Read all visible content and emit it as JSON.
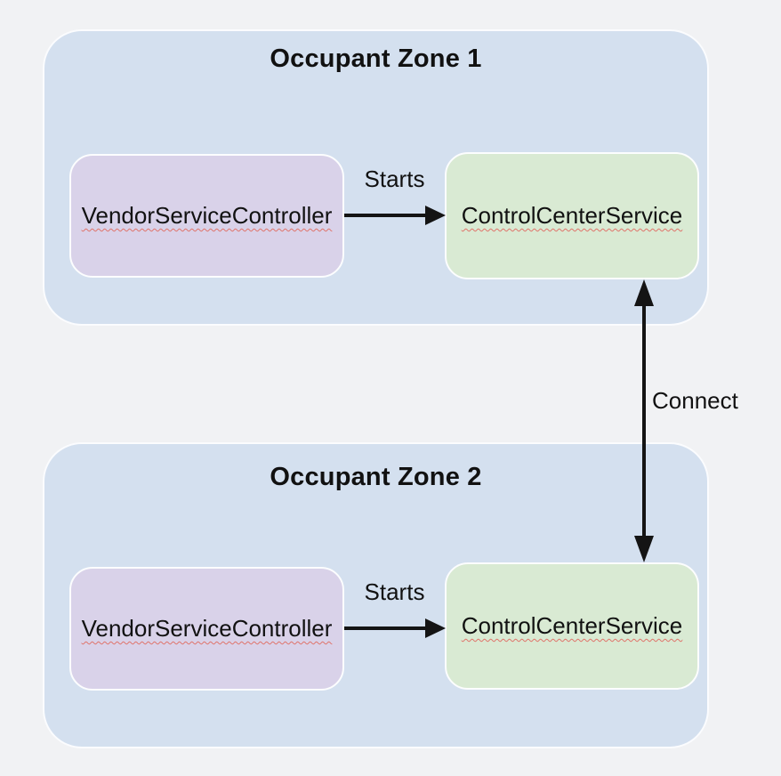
{
  "colors": {
    "background": "#f1f2f4",
    "zone_fill": "#d4e0ef",
    "zone_border": "#fbfcfe",
    "vendor_node_fill": "#d9d2e9",
    "control_node_fill": "#d9ead3",
    "node_border": "#fcfdfe",
    "arrow": "#141414",
    "text": "#111111",
    "spellcheck_squiggle": "#e0736a"
  },
  "zones": [
    {
      "title": "Occupant Zone 1",
      "vendor_node_label": "VendorServiceController",
      "control_node_label": "ControlCenterService",
      "starts_arrow_label": "Starts"
    },
    {
      "title": "Occupant Zone 2",
      "vendor_node_label": "VendorServiceController",
      "control_node_label": "ControlCenterService",
      "starts_arrow_label": "Starts"
    }
  ],
  "connect_arrow_label": "Connect"
}
